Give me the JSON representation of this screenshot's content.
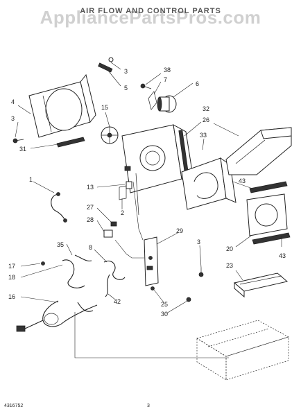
{
  "header": {
    "title": "AIR FLOW AND CONTROL PARTS",
    "subtitle": "",
    "watermark": "AppliancePartsPros.com"
  },
  "callouts": {
    "c1": "1",
    "c2": "2",
    "c3a": "3",
    "c3b": "3",
    "c3c": "3",
    "c4": "4",
    "c5": "5",
    "c6": "6",
    "c7": "7",
    "c8": "8",
    "c13": "13",
    "c15": "15",
    "c16": "16",
    "c17": "17",
    "c18": "18",
    "c20": "20",
    "c23": "23",
    "c25": "25",
    "c26": "26",
    "c27": "27",
    "c28": "28",
    "c29": "29",
    "c30": "30",
    "c31": "31",
    "c32": "32",
    "c33": "33",
    "c35": "35",
    "c38": "38",
    "c42": "42",
    "c43a": "43",
    "c43b": "43"
  },
  "footer": {
    "doc_number": "4316752",
    "page_number": "3"
  }
}
